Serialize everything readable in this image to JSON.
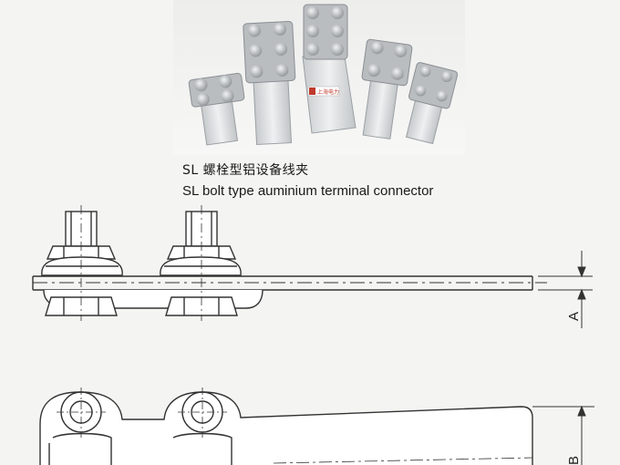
{
  "caption": {
    "cn": "SL 螺栓型铝设备线夹",
    "en": "SL bolt type auminium terminal connector"
  },
  "photo": {
    "badge_text": "上海电力"
  },
  "drawing": {
    "dim_a": "A",
    "dim_b": "B"
  },
  "colors": {
    "line": "#333333",
    "metal": "#c9cccf",
    "plate": "#dfe1e2",
    "badge": "#c0392b"
  }
}
